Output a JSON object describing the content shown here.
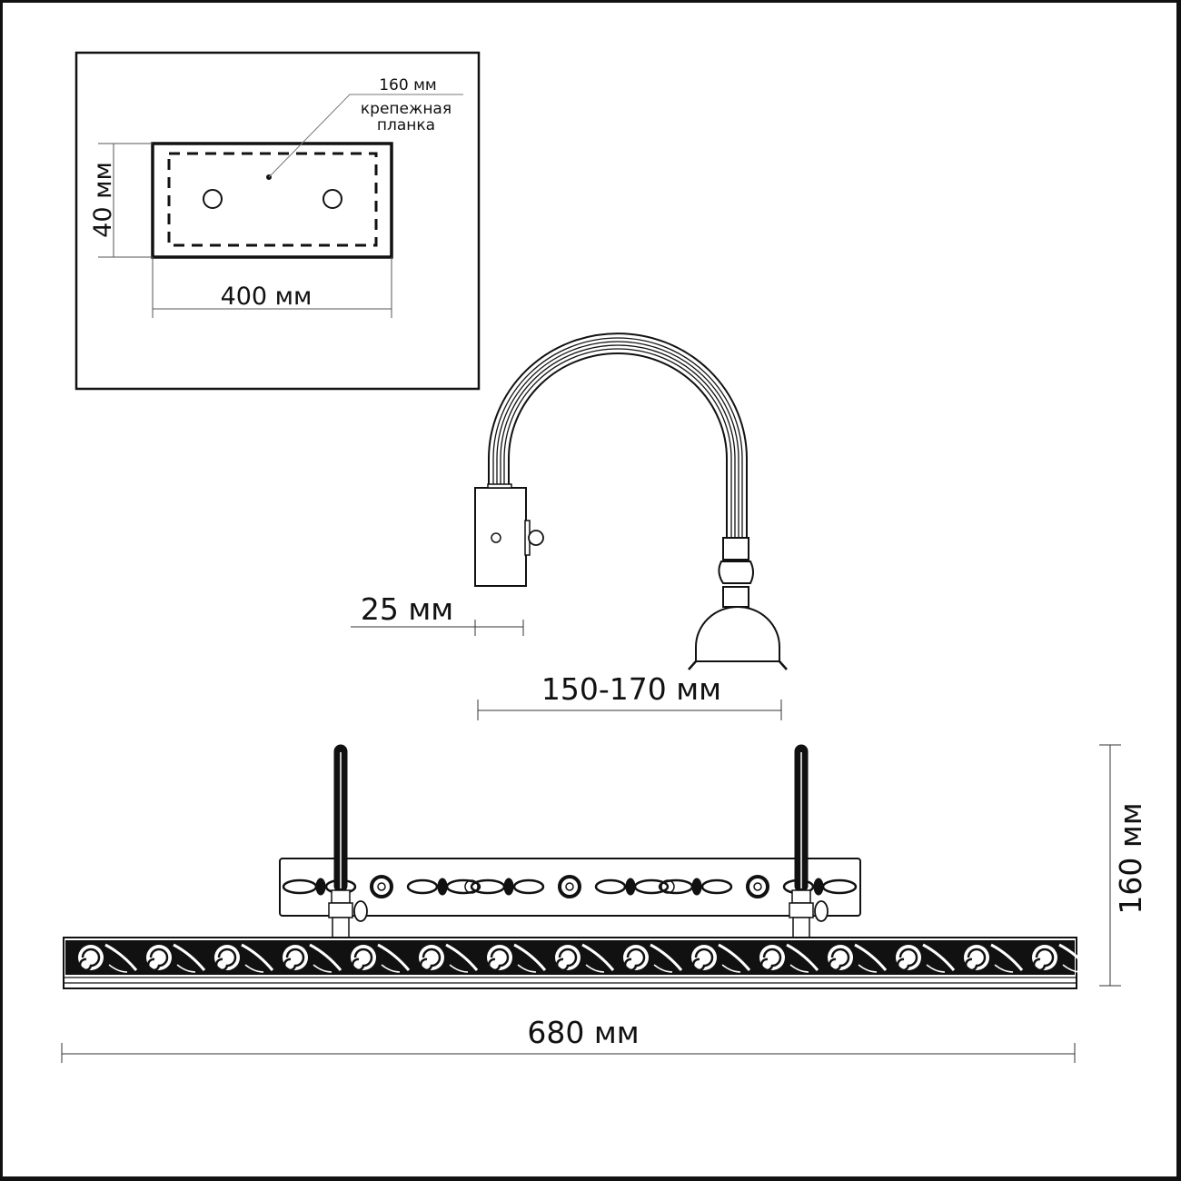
{
  "inset": {
    "plate_width": "400 мм",
    "plate_height": "40 мм",
    "bracket_length": "160 мм",
    "bracket_label_line1": "крепежная",
    "bracket_label_line2": "планка"
  },
  "lamp_side": {
    "base_depth": "25 мм",
    "reach": "150-170 мм"
  },
  "front": {
    "height": "160 мм",
    "width": "680 мм"
  }
}
